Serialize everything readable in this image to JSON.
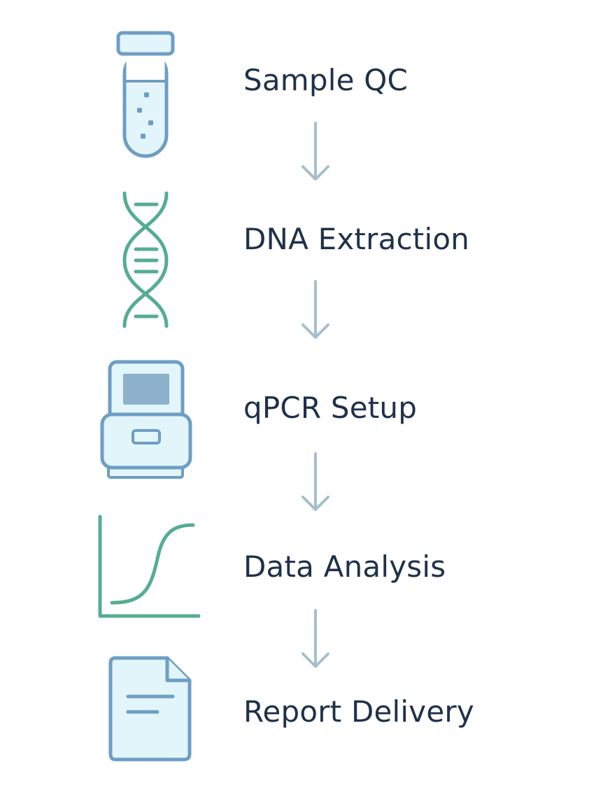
{
  "colors": {
    "label_text": "#1f3149",
    "blue_stroke": "#6e9ec3",
    "blue_fill": "#e2f5fb",
    "blue_dot": "#6e9ec3",
    "screen_fill": "#8eb1cb",
    "green_stroke": "#55ad8f",
    "arrow": "#a6bfca"
  },
  "steps": [
    {
      "label": "Sample QC",
      "icon": "test-tube-icon"
    },
    {
      "label": "DNA Extraction",
      "icon": "dna-helix-icon"
    },
    {
      "label": "qPCR Setup",
      "icon": "qpcr-machine-icon"
    },
    {
      "label": "Data Analysis",
      "icon": "amplification-curve-icon"
    },
    {
      "label": "Report Delivery",
      "icon": "document-icon"
    }
  ]
}
